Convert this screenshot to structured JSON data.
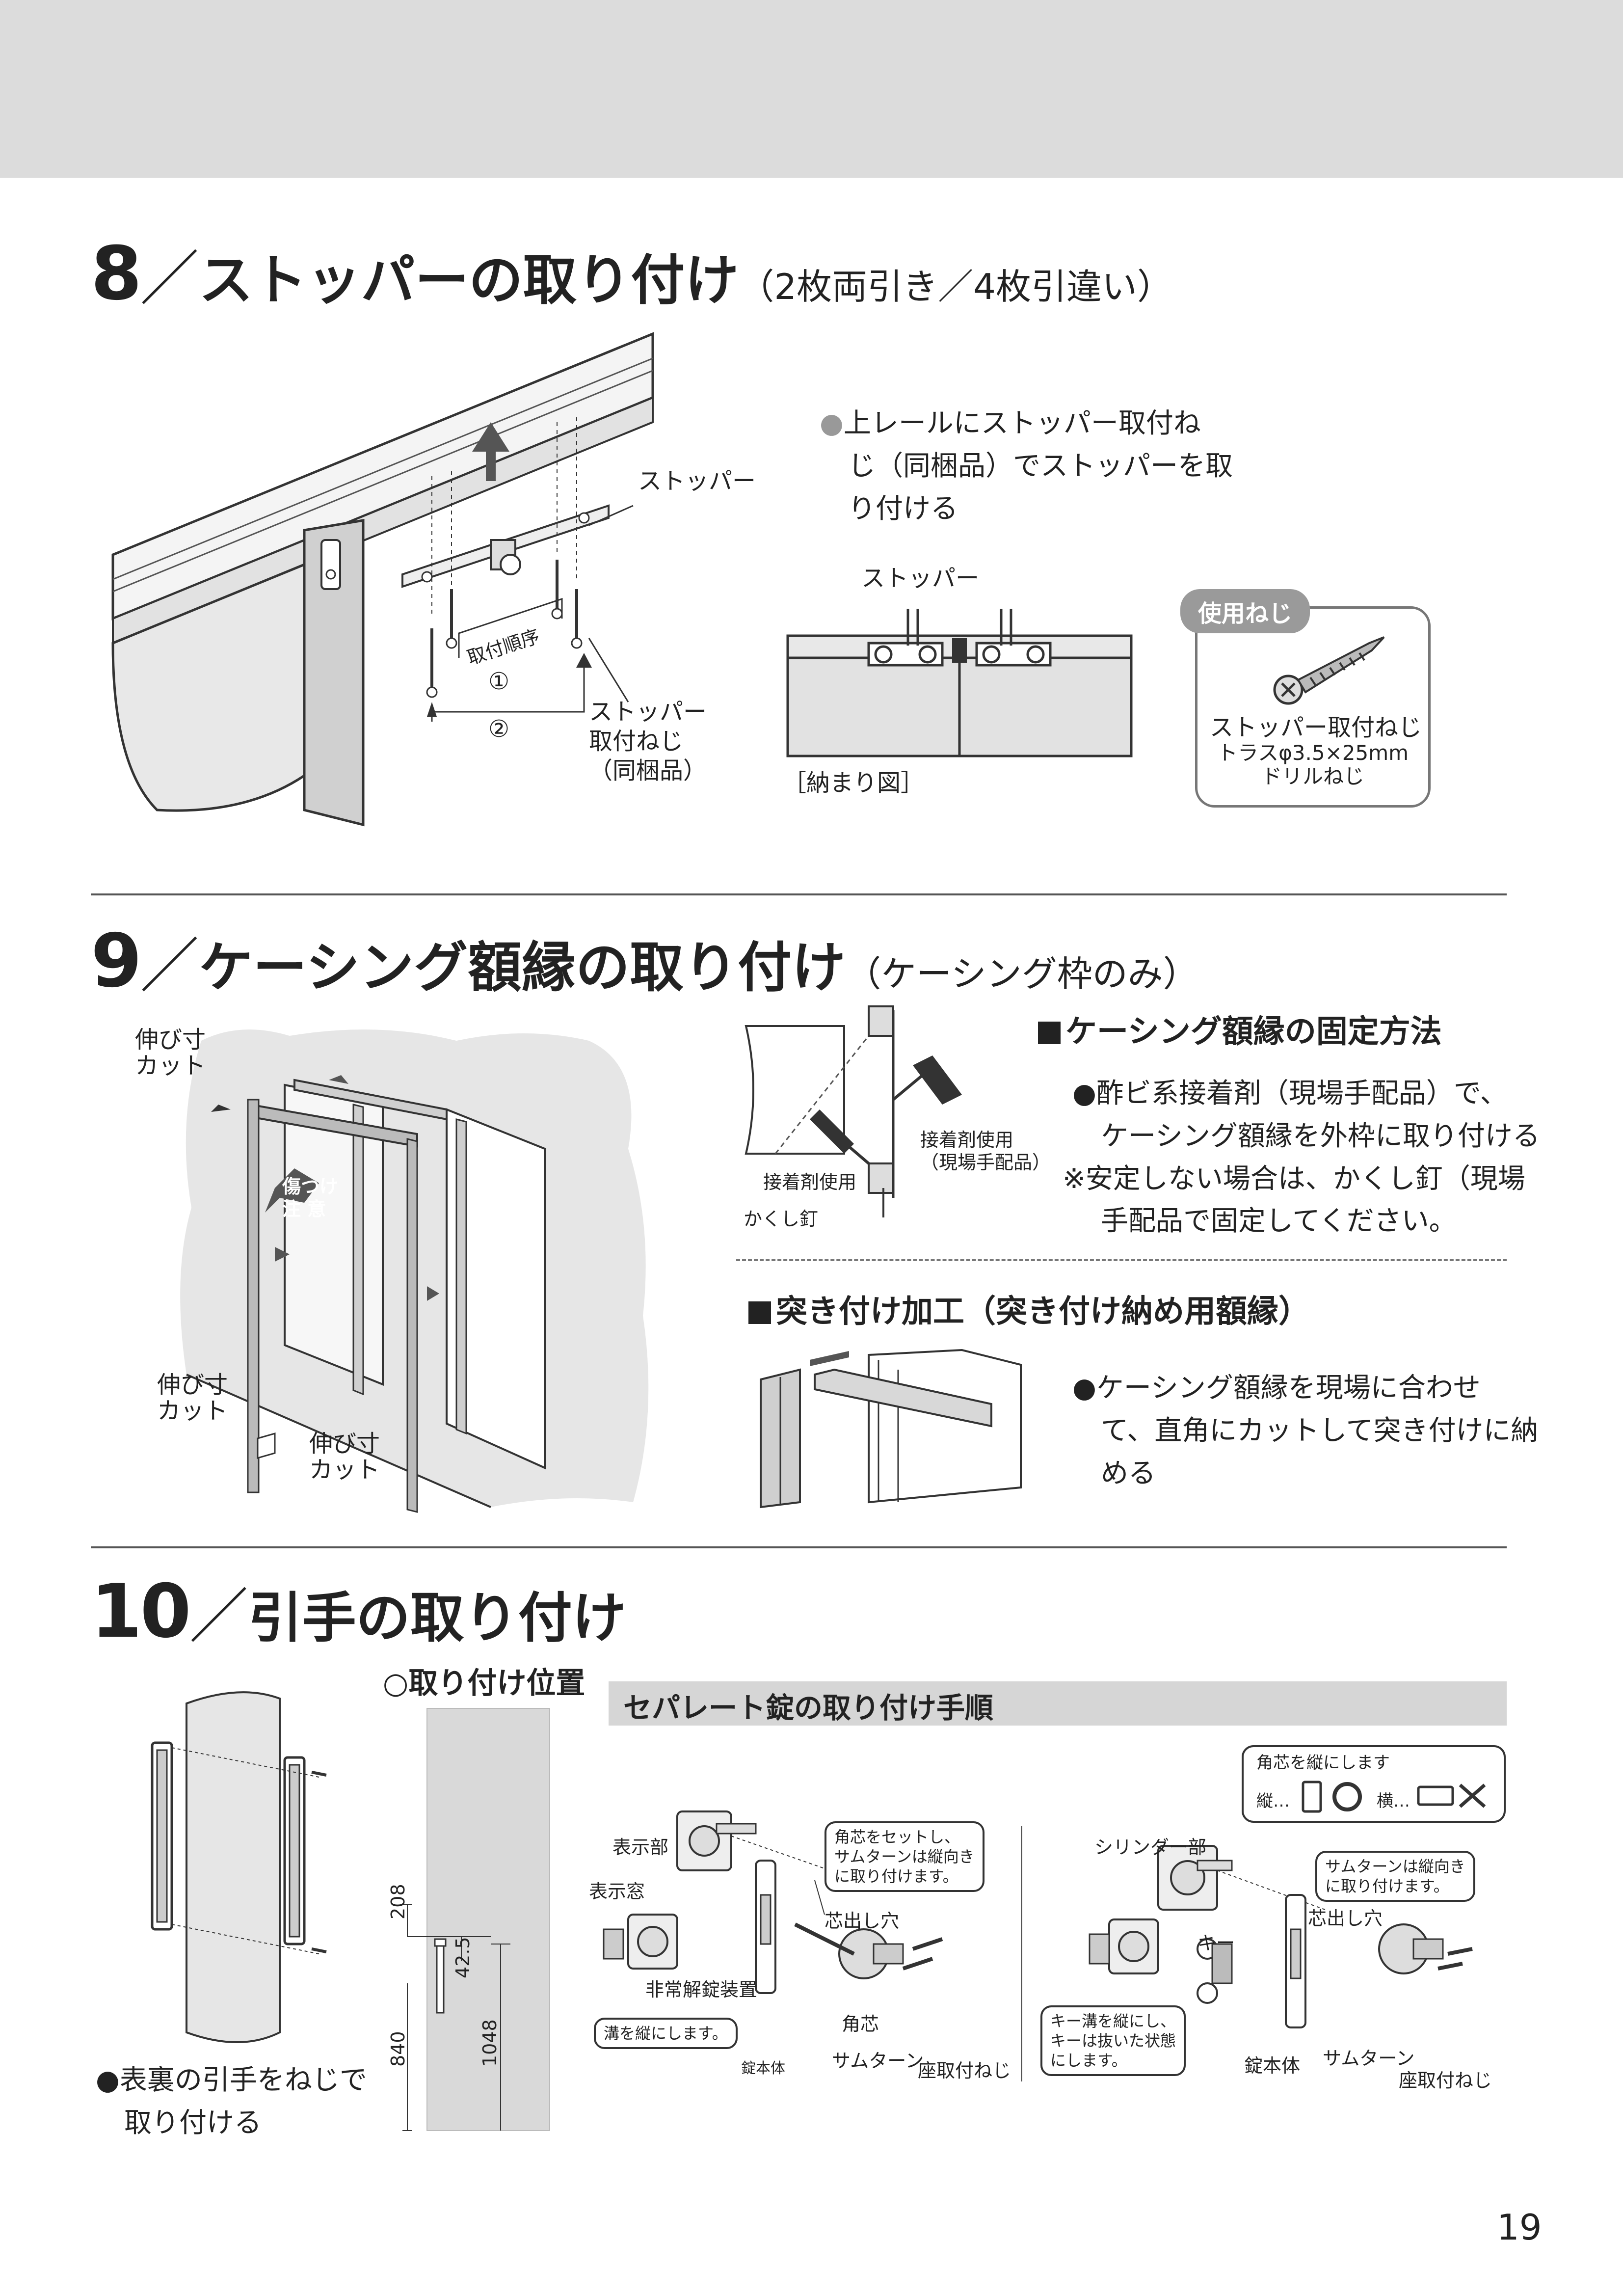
{
  "page_number": "19",
  "section8": {
    "num": "8",
    "slash": "／",
    "title": "ストッパーの取り付け",
    "sub": "（2枚両引き／4枚引違い）",
    "label_stopper": "ストッパー",
    "label_order": "取付順序",
    "label_order1": "①",
    "label_order2": "②",
    "label_screw": [
      "ストッパー",
      "取付ねじ",
      "（同梱品）"
    ],
    "bullet": "●",
    "instruction_lines": [
      "上レールにストッパー取付ね",
      "じ（同梱品）でストッパーを取",
      "り付ける"
    ],
    "diagram_stopper_label": "ストッパー",
    "diagram_caption": "［納まり図］",
    "screw_pill": "使用ねじ",
    "screw_lines": [
      "ストッパー取付ねじ",
      "トラスφ3.5×25mm",
      "ドリルねじ"
    ]
  },
  "section9": {
    "num": "9",
    "slash": "／",
    "title": "ケーシング額縁の取り付け",
    "sub": "（ケーシング枠のみ）",
    "cut_label_top": [
      "伸び寸",
      "カット"
    ],
    "cut_label_left": [
      "伸び寸",
      "カット"
    ],
    "cut_label_bottom": [
      "伸び寸",
      "カット"
    ],
    "caution": [
      "傷つけ",
      "注 意"
    ],
    "glue_label_1": [
      "接着剤使用",
      "（現場手配品）"
    ],
    "glue_label_2": "接着剤使用",
    "nail_label": "かくし釘",
    "fix_heading": "ケーシング額縁の固定方法",
    "fix_lines": [
      "●酢ビ系接着剤（現場手配品）で、",
      "ケーシング額縁を外枠に取り付ける",
      "※安定しない場合は、かくし釘（現場",
      "手配品で固定してください。"
    ],
    "butt_heading": "突き付け加工（突き付け納め用額縁）",
    "butt_lines": [
      "●ケーシング額縁を現場に合わせ",
      "て、直角にカットして突き付けに納",
      "める"
    ]
  },
  "section10": {
    "num": "10",
    "slash": "／",
    "title": "引手の取り付け",
    "bullet_lines": [
      "●表裏の引手をねじで",
      "取り付ける"
    ],
    "position_heading": "○取り付け位置",
    "dim_208": "208",
    "dim_42_5": "42.5",
    "dim_840": "840",
    "dim_1048": "1048",
    "lock_heading": "セパレート錠の取り付け手順",
    "left_labels": {
      "display_part": "表示部",
      "display_window": "表示窓",
      "emergency": "非常解錠装置",
      "groove_bubble": "溝を縦にします。",
      "lock_body": "錠本体",
      "core_bubble": [
        "角芯をセットし、",
        "サムターンは縦向き",
        "に取り付けます。"
      ],
      "core_hole": "芯出し穴",
      "square_core": "角芯",
      "thumbturn": "サムターン",
      "seat_screw": "座取付ねじ"
    },
    "right_labels": {
      "top_bubble_title": "角芯を縦にします",
      "vertical": "縦…",
      "horizontal": "横…",
      "cylinder": "シリンダー部",
      "key": "キー",
      "key_bubble": [
        "キー溝を縦にし、",
        "キーは抜いた状態",
        "にします。"
      ],
      "lock_body": "錠本体",
      "thumb_bubble": [
        "サムターンは縦向き",
        "に取り付けます。"
      ],
      "core_hole": "芯出し穴",
      "thumbturn": "サムターン",
      "seat_screw": "座取付ねじ"
    }
  }
}
